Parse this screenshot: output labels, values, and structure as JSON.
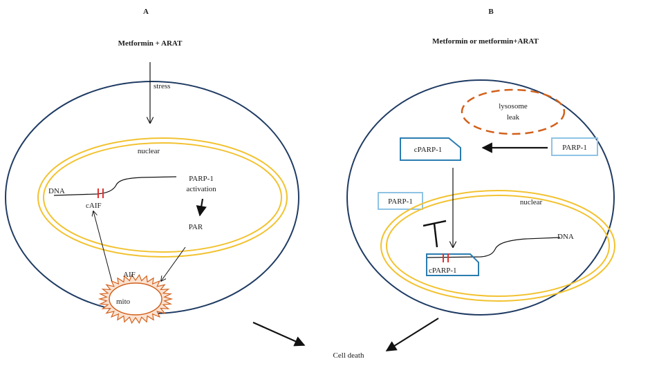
{
  "panel_a": {
    "label": "A",
    "treatment": "Metformin + ARAT",
    "stress": "stress",
    "nuclear": "nuclear",
    "dna": "DNA",
    "caif": "cAIF",
    "parp_activation_line1": "PARP-1",
    "parp_activation_line2": "activation",
    "par": "PAR",
    "aif": "AIF",
    "mito": "mito"
  },
  "panel_b": {
    "label": "B",
    "treatment": "Metformin or metformin+ARAT",
    "lysosome_line1": "lysosome",
    "lysosome_line2": "leak",
    "cparp_top": "cPARP-1",
    "parp_right": "PARP-1",
    "parp_left": "PARP-1",
    "nuclear": "nuclear",
    "dna": "DNA",
    "cparp_bottom": "cPARP-1"
  },
  "outcome": "Cell death",
  "colors": {
    "cell_border": "#1f3b63",
    "nucleus": "#f2c230",
    "mito": "#d2601a",
    "lysosome": "#d2601a",
    "cparp_box": "#2a7cb0",
    "parp_box": "#8ec3e4",
    "dna_break": "#e03030",
    "arrow": "#111111"
  }
}
